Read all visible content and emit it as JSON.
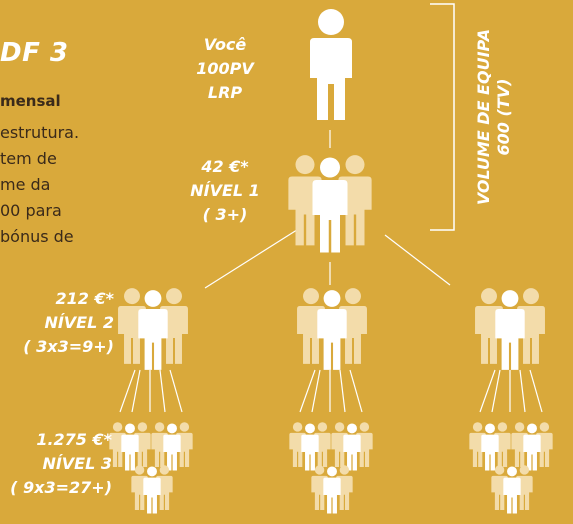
{
  "heading": "DF 3",
  "subheading": "mensal",
  "body_lines": [
    "estrutura.",
    "tem de",
    "me da",
    "00 para",
    "bónus de"
  ],
  "you": {
    "line1": "Você",
    "line2": "100PV",
    "line3": "LRP"
  },
  "level1": {
    "amount": "42 €*",
    "name": "NÍVEL 1",
    "count": "( 3+)"
  },
  "level2": {
    "amount": "212 €*",
    "name": "NÍVEL 2",
    "count": "( 3x3=9+)"
  },
  "level3": {
    "amount": "1.275 €*",
    "name": "NÍVEL 3",
    "count": "( 9x3=27+)"
  },
  "team_volume": {
    "line1": "VOLUME DE EQUIPA",
    "line2": "600 (TV)"
  },
  "colors": {
    "background": "#d9a93b",
    "figure": "#ffffff",
    "figure_light": "#f3dcaa",
    "text_dark": "#3a2a1a"
  }
}
